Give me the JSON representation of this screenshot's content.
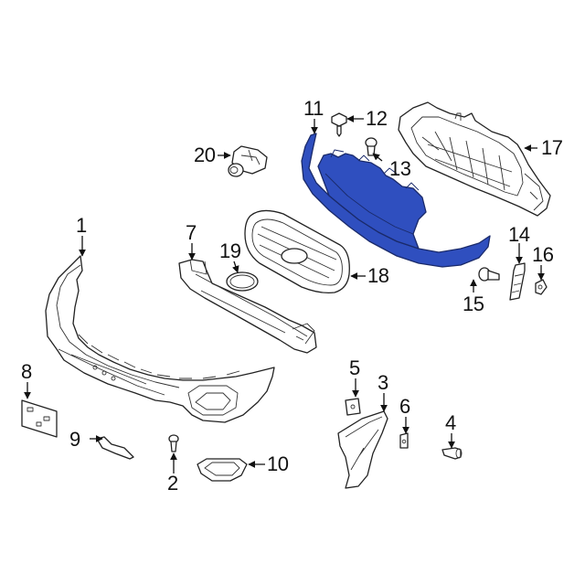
{
  "diagram": {
    "type": "exploded-parts-diagram",
    "subject": "front bumper assembly",
    "highlight_color": "#2f4fbf",
    "line_color": "#222222",
    "background": "#ffffff",
    "highlighted_part": "11"
  },
  "callouts": [
    {
      "id": "1",
      "label": "1",
      "part": "bumper-cover"
    },
    {
      "id": "2",
      "label": "2",
      "part": "push-pin-retainer"
    },
    {
      "id": "3",
      "label": "3",
      "part": "side-bracket"
    },
    {
      "id": "4",
      "label": "4",
      "part": "push-pin"
    },
    {
      "id": "5",
      "label": "5",
      "part": "clip"
    },
    {
      "id": "6",
      "label": "6",
      "part": "nut-clip"
    },
    {
      "id": "7",
      "label": "7",
      "part": "reinforcement-bar"
    },
    {
      "id": "8",
      "label": "8",
      "part": "license-plate-bracket"
    },
    {
      "id": "9",
      "label": "9",
      "part": "bracket"
    },
    {
      "id": "10",
      "label": "10",
      "part": "fog-lamp-bezel"
    },
    {
      "id": "11",
      "label": "11",
      "part": "lower-grille-surround"
    },
    {
      "id": "12",
      "label": "12",
      "part": "bolt"
    },
    {
      "id": "13",
      "label": "13",
      "part": "push-retainer"
    },
    {
      "id": "14",
      "label": "14",
      "part": "bracket-strip"
    },
    {
      "id": "15",
      "label": "15",
      "part": "push-pin"
    },
    {
      "id": "16",
      "label": "16",
      "part": "nut"
    },
    {
      "id": "17",
      "label": "17",
      "part": "grille-support-frame"
    },
    {
      "id": "18",
      "label": "18",
      "part": "upper-grille"
    },
    {
      "id": "19",
      "label": "19",
      "part": "emblem"
    },
    {
      "id": "20",
      "label": "20",
      "part": "sensor"
    }
  ]
}
